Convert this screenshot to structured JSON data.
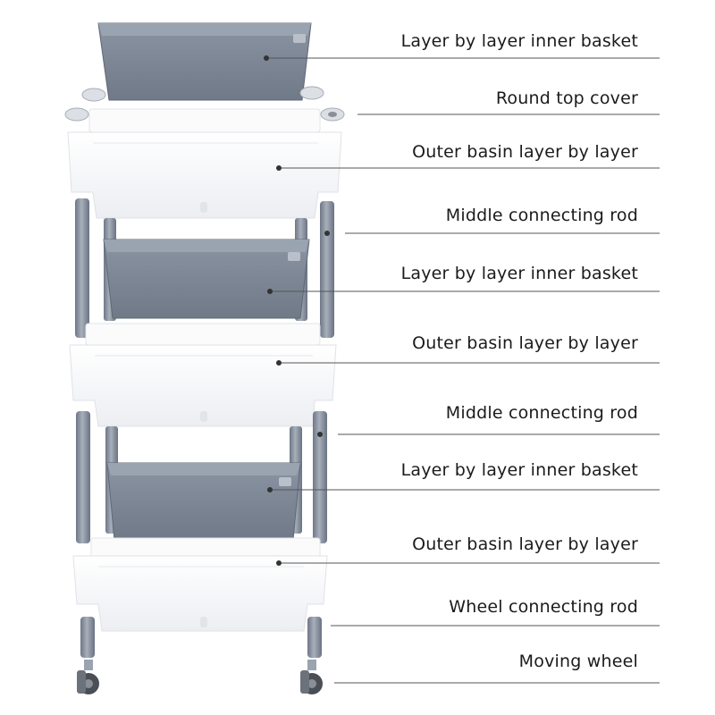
{
  "colors": {
    "basket": "#7d8796",
    "basket_rim": "#9aa3b0",
    "basket_dark": "#5f6876",
    "basin": "#f5f6f8",
    "basin_edge": "#dfe2e7",
    "rod": "#8891a0",
    "leader_line": "#444444",
    "dot": "#333333"
  },
  "labels": [
    {
      "id": "label-inner-basket-1",
      "text": "Layer by layer inner basket"
    },
    {
      "id": "label-round-top-cover",
      "text": "Round top cover"
    },
    {
      "id": "label-outer-basin-1",
      "text": "Outer basin layer by layer"
    },
    {
      "id": "label-middle-rod-1",
      "text": "Middle connecting rod"
    },
    {
      "id": "label-inner-basket-2",
      "text": "Layer by layer inner basket"
    },
    {
      "id": "label-outer-basin-2",
      "text": "Outer basin layer by layer"
    },
    {
      "id": "label-middle-rod-2",
      "text": "Middle connecting rod"
    },
    {
      "id": "label-inner-basket-3",
      "text": "Layer by layer inner basket"
    },
    {
      "id": "label-outer-basin-3",
      "text": "Outer basin layer by layer"
    },
    {
      "id": "label-wheel-rod",
      "text": "Wheel connecting rod"
    },
    {
      "id": "label-moving-wheel",
      "text": "Moving wheel"
    }
  ]
}
